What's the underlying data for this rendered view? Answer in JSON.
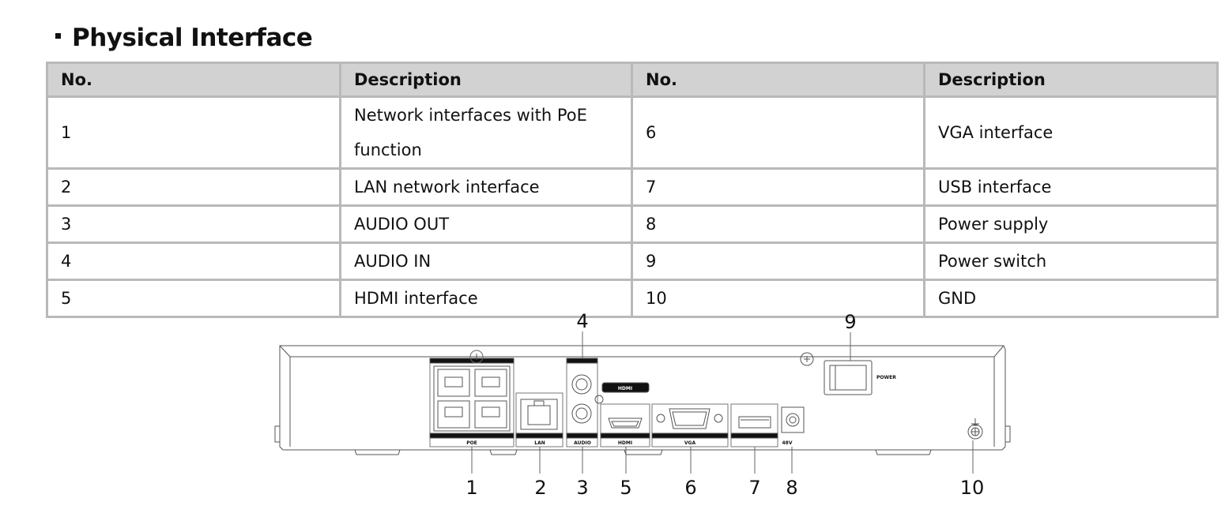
{
  "section": {
    "title": "Physical Interface"
  },
  "table": {
    "headers": [
      "No.",
      "Description",
      "No.",
      "Description"
    ],
    "rows": [
      [
        "1",
        "Network interfaces with PoE function",
        "6",
        "VGA interface"
      ],
      [
        "2",
        "LAN network interface",
        "7",
        "USB interface"
      ],
      [
        "3",
        "AUDIO OUT",
        "8",
        "Power supply"
      ],
      [
        "4",
        "AUDIO IN",
        "9",
        "Power switch"
      ],
      [
        "5",
        "HDMI interface",
        "10",
        "GND"
      ]
    ]
  },
  "diagram": {
    "port_labels": {
      "poe": "POE",
      "lan": "LAN",
      "audio": "AUDIO",
      "hdmi": "HDMI",
      "hdmi_logo": "HDMI",
      "vga": "VGA",
      "power_voltage": "48V",
      "power_switch": "POWER"
    },
    "callouts": [
      "1",
      "2",
      "3",
      "4",
      "5",
      "6",
      "7",
      "8",
      "9",
      "10"
    ]
  }
}
